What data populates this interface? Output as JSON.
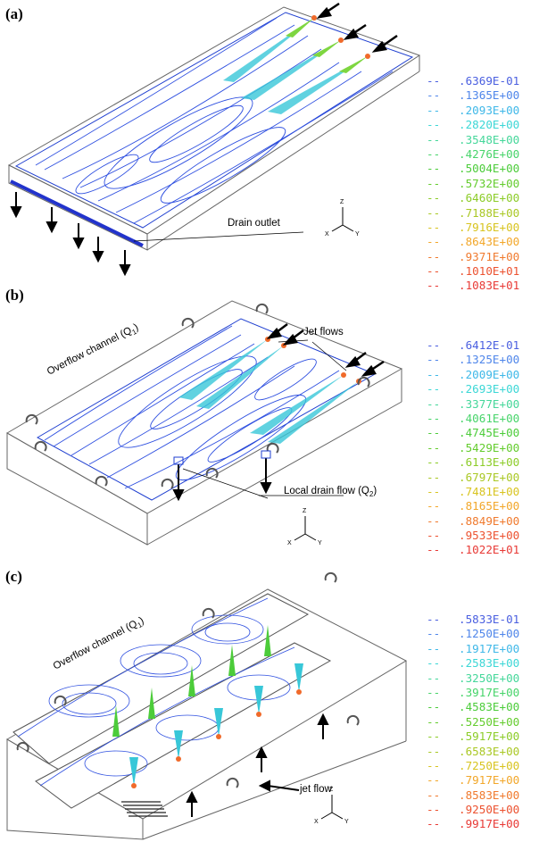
{
  "panels": [
    {
      "id": "a",
      "label": "(a)",
      "annotations": {
        "drain_outlet": "Drain outlet"
      },
      "legend": [
        {
          "dash": "--",
          "value": ".6369E-01",
          "color": "#4a5fe0"
        },
        {
          "dash": "--",
          "value": ".1365E+00",
          "color": "#4f86ea"
        },
        {
          "dash": "--",
          "value": ".2093E+00",
          "color": "#3fb8e8"
        },
        {
          "dash": "--",
          "value": ".2820E+00",
          "color": "#3cd7d6"
        },
        {
          "dash": "--",
          "value": ".3548E+00",
          "color": "#45d79a"
        },
        {
          "dash": "--",
          "value": ".4276E+00",
          "color": "#47d46a"
        },
        {
          "dash": "--",
          "value": ".5004E+00",
          "color": "#4ccc3a"
        },
        {
          "dash": "--",
          "value": ".5732E+00",
          "color": "#64cc2e"
        },
        {
          "dash": "--",
          "value": ".6460E+00",
          "color": "#8ccc28"
        },
        {
          "dash": "--",
          "value": ".7188E+00",
          "color": "#aac825"
        },
        {
          "dash": "--",
          "value": ".7916E+00",
          "color": "#d8c420"
        },
        {
          "dash": "--",
          "value": ".8643E+00",
          "color": "#f2a72a"
        },
        {
          "dash": "--",
          "value": ".9371E+00",
          "color": "#f07a2e"
        },
        {
          "dash": "--",
          "value": ".1010E+01",
          "color": "#ec5230"
        },
        {
          "dash": "--",
          "value": ".1083E+01",
          "color": "#e83a36"
        }
      ]
    },
    {
      "id": "b",
      "label": "(b)",
      "annotations": {
        "overflow_channel": "Overflow channel (Q",
        "overflow_sub": "1",
        "jet_flows": "Jet flows",
        "local_drain": "Local drain flow (Q",
        "local_drain_sub": "2"
      },
      "legend": [
        {
          "dash": "--",
          "value": ".6412E-01",
          "color": "#4a5fe0"
        },
        {
          "dash": "--",
          "value": ".1325E+00",
          "color": "#4f86ea"
        },
        {
          "dash": "--",
          "value": ".2009E+00",
          "color": "#3fb8e8"
        },
        {
          "dash": "--",
          "value": ".2693E+00",
          "color": "#3cd7d6"
        },
        {
          "dash": "--",
          "value": ".3377E+00",
          "color": "#45d79a"
        },
        {
          "dash": "--",
          "value": ".4061E+00",
          "color": "#47d46a"
        },
        {
          "dash": "--",
          "value": ".4745E+00",
          "color": "#4ccc3a"
        },
        {
          "dash": "--",
          "value": ".5429E+00",
          "color": "#64cc2e"
        },
        {
          "dash": "--",
          "value": ".6113E+00",
          "color": "#8ccc28"
        },
        {
          "dash": "--",
          "value": ".6797E+00",
          "color": "#aac825"
        },
        {
          "dash": "--",
          "value": ".7481E+00",
          "color": "#d8c420"
        },
        {
          "dash": "--",
          "value": ".8165E+00",
          "color": "#f2a72a"
        },
        {
          "dash": "--",
          "value": ".8849E+00",
          "color": "#f07a2e"
        },
        {
          "dash": "--",
          "value": ".9533E+00",
          "color": "#ec5230"
        },
        {
          "dash": "--",
          "value": ".1022E+01",
          "color": "#e83a36"
        }
      ]
    },
    {
      "id": "c",
      "label": "(c)",
      "annotations": {
        "overflow_channel": "Overflow channel (Q",
        "overflow_sub": "1",
        "jet_flow": "jet flow"
      },
      "legend": [
        {
          "dash": "--",
          "value": ".5833E-01",
          "color": "#4a5fe0"
        },
        {
          "dash": "--",
          "value": ".1250E+00",
          "color": "#4f86ea"
        },
        {
          "dash": "--",
          "value": ".1917E+00",
          "color": "#3fb8e8"
        },
        {
          "dash": "--",
          "value": ".2583E+00",
          "color": "#3cd7d6"
        },
        {
          "dash": "--",
          "value": ".3250E+00",
          "color": "#45d79a"
        },
        {
          "dash": "--",
          "value": ".3917E+00",
          "color": "#47d46a"
        },
        {
          "dash": "--",
          "value": ".4583E+00",
          "color": "#4ccc3a"
        },
        {
          "dash": "--",
          "value": ".5250E+00",
          "color": "#64cc2e"
        },
        {
          "dash": "--",
          "value": ".5917E+00",
          "color": "#8ccc28"
        },
        {
          "dash": "--",
          "value": ".6583E+00",
          "color": "#aac825"
        },
        {
          "dash": "--",
          "value": ".7250E+00",
          "color": "#d8c420"
        },
        {
          "dash": "--",
          "value": ".7917E+00",
          "color": "#f2a72a"
        },
        {
          "dash": "--",
          "value": ".8583E+00",
          "color": "#f07a2e"
        },
        {
          "dash": "--",
          "value": ".9250E+00",
          "color": "#ec5230"
        },
        {
          "dash": "--",
          "value": ".9917E+00",
          "color": "#e83a36"
        }
      ]
    }
  ],
  "axis_labels": {
    "z": "Z",
    "x": "X",
    "y": "Y"
  }
}
